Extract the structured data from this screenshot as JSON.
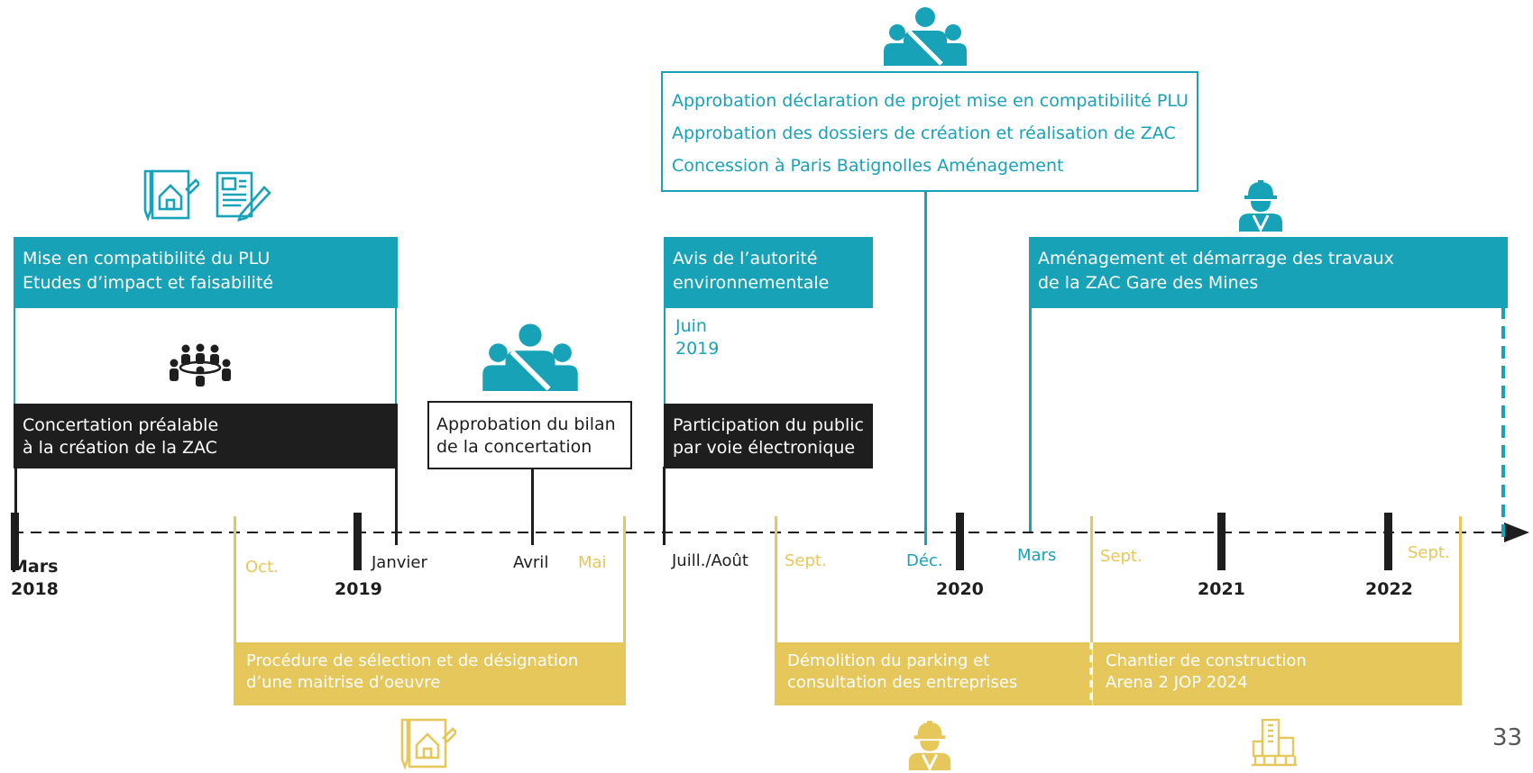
{
  "top_box": {
    "lines": [
      "Approbation déclaration de projet mise en compatibilité PLU",
      "Approbation des dossiers de création et réalisation de ZAC",
      "Concession à Paris Batignolles Aménagement"
    ]
  },
  "plu_box": {
    "line1": "Mise en compatibilité du PLU",
    "line2": "Etudes d’impact et faisabilité"
  },
  "concertation_box": {
    "line1": "Concertation préalable",
    "line2": "à la création de la ZAC"
  },
  "bilan_box": {
    "line1": "Approbation du bilan",
    "line2": "de la concertation"
  },
  "avis_box": {
    "line1": "Avis de l’autorité",
    "line2": "environnementale",
    "date_month": "Juin",
    "date_year": "2019"
  },
  "participation_box": {
    "line1": "Participation du public",
    "line2": "par voie électronique"
  },
  "amenagement_box": {
    "line1": "Aménagement et démarrage des travaux",
    "line2": "de la ZAC Gare des Mines"
  },
  "gold_boxes": {
    "procedure": {
      "line1": "Procédure de sélection et de désignation",
      "line2": "d’une maitrise d’oeuvre"
    },
    "demolition": {
      "line1": "Démolition du parking et",
      "line2": "consultation des entreprises"
    },
    "chantier": {
      "line1": "Chantier de construction",
      "line2": "Arena 2 JOP 2024"
    }
  },
  "timeline": {
    "month_labels": {
      "oct": "Oct.",
      "janvier": "Janvier",
      "avril": "Avril",
      "mai": "Mai",
      "juill_aout": "Juill./Août",
      "sept_2019": "Sept.",
      "dec": "Déc.",
      "mars_2020": "Mars",
      "sept_2020": "Sept.",
      "sept_2022": "Sept."
    },
    "years": {
      "mars": "Mars",
      "y2018": "2018",
      "y2019": "2019",
      "y2020": "2020",
      "y2021": "2021",
      "y2022": "2022"
    }
  },
  "page_number": "33",
  "colors": {
    "teal": "#17a2b8",
    "gold": "#e6c75c",
    "black": "#1e1e1e"
  },
  "icons": [
    "plan-icon",
    "document-pen-icon",
    "meeting-table-icon",
    "assembly-icon",
    "worker-icon",
    "building-icon"
  ]
}
